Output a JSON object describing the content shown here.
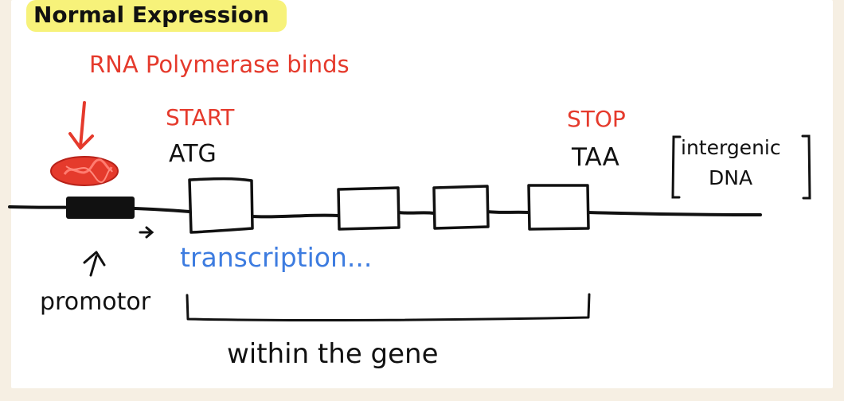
{
  "title": "Normal Expression",
  "labels": {
    "rna_polymerase": "RNA Polymerase binds",
    "start": "START",
    "start_codon": "ATG",
    "stop": "STOP",
    "stop_codon": "TAA",
    "intergenic_line1": "intergenic",
    "intergenic_line2": "DNA",
    "transcription": "transcription...",
    "promotor": "promotor",
    "within_gene": "within the gene"
  },
  "colors": {
    "title_highlight": "#f7f27a",
    "red_annotation": "#e53a2c",
    "blue_annotation": "#3d7ce0",
    "ink": "#111111"
  }
}
